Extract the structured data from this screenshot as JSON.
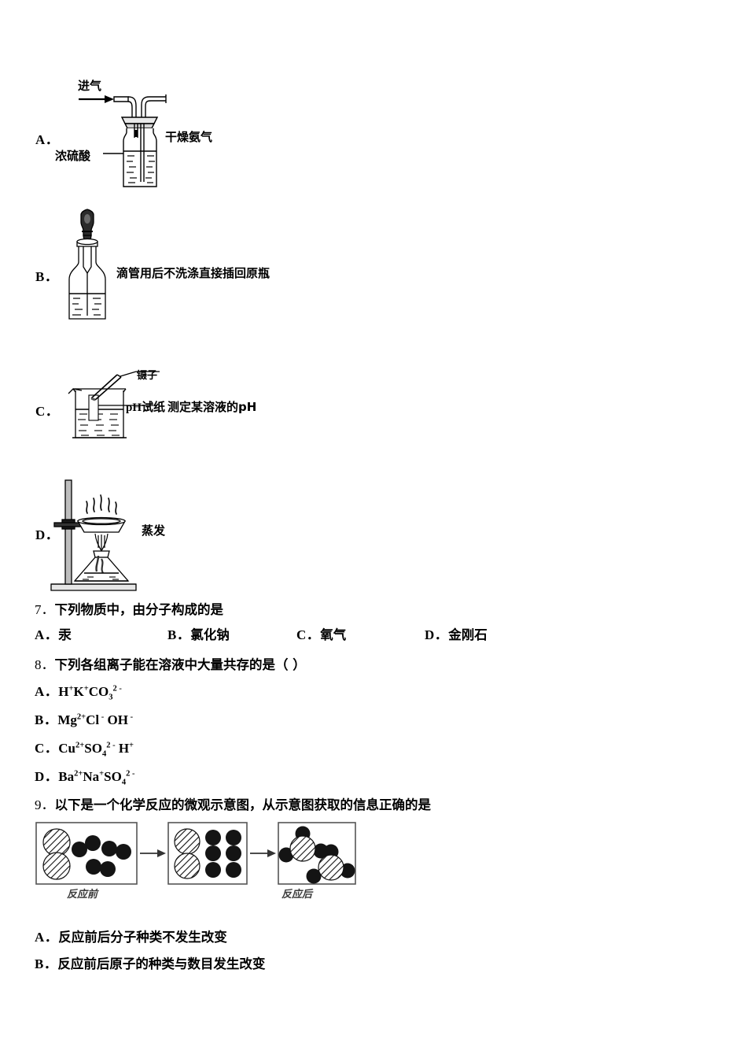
{
  "question6_options": {
    "a": {
      "letter": "A．",
      "figure_labels": {
        "inlet": "进气",
        "reagent": "浓硫酸"
      },
      "caption": "干燥氨气"
    },
    "b": {
      "letter": "B．",
      "caption": "滴管用后不洗涤直接插回原瓶"
    },
    "c": {
      "letter": "C．",
      "figure_labels": {
        "tweezers": "镊子",
        "ph_paper": "pH试纸"
      },
      "caption": "测定某溶液的pH"
    },
    "d": {
      "letter": "D．",
      "caption": "蒸发"
    }
  },
  "question7": {
    "number": "7．",
    "stem": "下列物质中，由分子构成的是",
    "options": [
      {
        "letter": "A．",
        "text": "汞"
      },
      {
        "letter": "B．",
        "text": "氯化钠"
      },
      {
        "letter": "C．",
        "text": "氧气"
      },
      {
        "letter": "D．",
        "text": "金刚石"
      }
    ]
  },
  "question8": {
    "number": "8．",
    "stem": "下列各组离子能在溶液中大量共存的是（ ）",
    "options": [
      {
        "letter": "A．",
        "parts": [
          {
            "base": "H",
            "sup": "+"
          },
          {
            "base": "K",
            "sup": "+"
          },
          {
            "base": "CO",
            "sub": "3",
            "sup": "2 -"
          }
        ]
      },
      {
        "letter": "B．",
        "parts": [
          {
            "base": "Mg",
            "sup": "2+"
          },
          {
            "base": "Cl",
            "sup": " -"
          },
          {
            "base": " OH",
            "sup": " -"
          }
        ]
      },
      {
        "letter": "C．",
        "parts": [
          {
            "base": "Cu",
            "sup": "2+"
          },
          {
            "base": "SO",
            "sub": "4",
            "sup": "2 -"
          },
          {
            "base": " H",
            "sup": "+"
          }
        ]
      },
      {
        "letter": "D．",
        "parts": [
          {
            "base": "Ba",
            "sup": "2+"
          },
          {
            "base": "Na",
            "sup": "+"
          },
          {
            "base": "SO",
            "sub": "4",
            "sup": "2 -"
          }
        ]
      }
    ]
  },
  "question9": {
    "number": "9．",
    "stem": "以下是一个化学反应的微观示意图，从示意图获取的信息正确的是",
    "diagram": {
      "caption_before": "反应前",
      "caption_after": "反应后",
      "box1": {
        "hatched_circles": 2,
        "black_pairs": 3
      },
      "box2": {
        "hatched_circles": 2,
        "black_singles": 6
      },
      "box3": {
        "molecules": 2,
        "atoms_per_molecule": "1 hatched + 3 black"
      }
    },
    "options": [
      {
        "letter": "A．",
        "text": "反应前后分子种类不发生改变"
      },
      {
        "letter": "B．",
        "text": "反应前后原子的种类与数目发生改变"
      }
    ]
  },
  "colors": {
    "ink": "#000000",
    "caption_gray": "#3a3a3a",
    "box_border": "#555555"
  }
}
